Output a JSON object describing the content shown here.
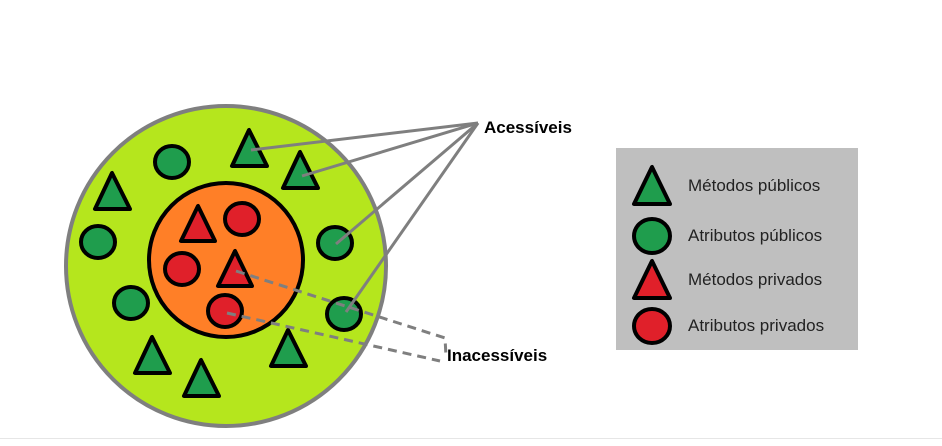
{
  "labels": {
    "accessible": "Acessíveis",
    "inaccessible": "Inacessíveis"
  },
  "legend": {
    "items": [
      {
        "shape": "triangle",
        "color": "#1f9d4d",
        "label": "Métodos públicos"
      },
      {
        "shape": "circle",
        "color": "#1f9d4d",
        "label": "Atributos públicos"
      },
      {
        "shape": "triangle",
        "color": "#e0202a",
        "label": "Métodos privados"
      },
      {
        "shape": "circle",
        "color": "#e0202a",
        "label": "Atributos privados"
      }
    ]
  },
  "colors": {
    "outer_fill": "#b5e61d",
    "outer_ring": "#7f7f7f",
    "inner_fill": "#ff7f27",
    "public_green": "#1f9d4d",
    "private_red": "#e0202a",
    "legend_bg": "#bfbfbf",
    "pointer_line": "#7f7f7f"
  }
}
